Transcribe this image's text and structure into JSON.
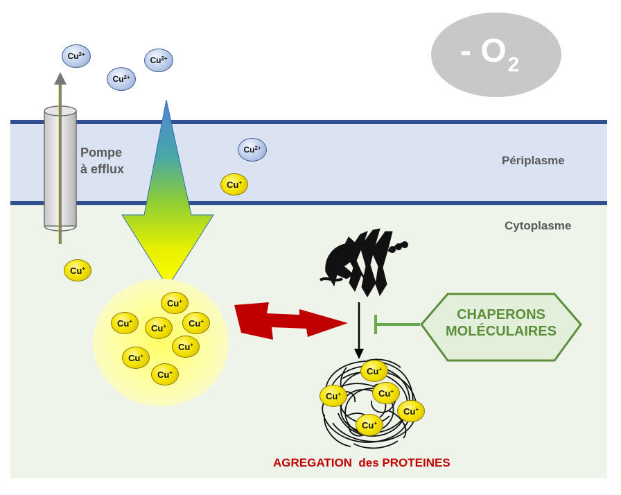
{
  "labels": {
    "pump": [
      "Pompe",
      "à efflux"
    ],
    "periplasm": "Périplasme",
    "cytoplasm": "Cytoplasme",
    "oxygen_prefix": "- O",
    "oxygen_sub": "2",
    "chaperons": [
      "CHAPERONS",
      "MOLÉCULAIRES"
    ],
    "aggregation": "AGREGATION  des PROTEINES"
  },
  "ion_text": {
    "cu_plus_base": "Cu",
    "cu_plus_charge": "+",
    "cu2_base": "Cu",
    "cu2_charge": "2+"
  },
  "colors": {
    "membrane_line": "#2f4f8f",
    "periplasm_fill": "#dbe3f3",
    "cytoplasm_fill": "#eef4e9",
    "chaperon_green": "#5b8f3a",
    "aggregation_red": "#c00000",
    "oxygen_blob": "#c8c8c8"
  },
  "icons": [
    "efflux-pump-icon",
    "gradient-arrow-icon",
    "lightning-bolt-icon",
    "folded-protein-icon",
    "aggregated-protein-icon",
    "inhibition-bar-icon"
  ]
}
